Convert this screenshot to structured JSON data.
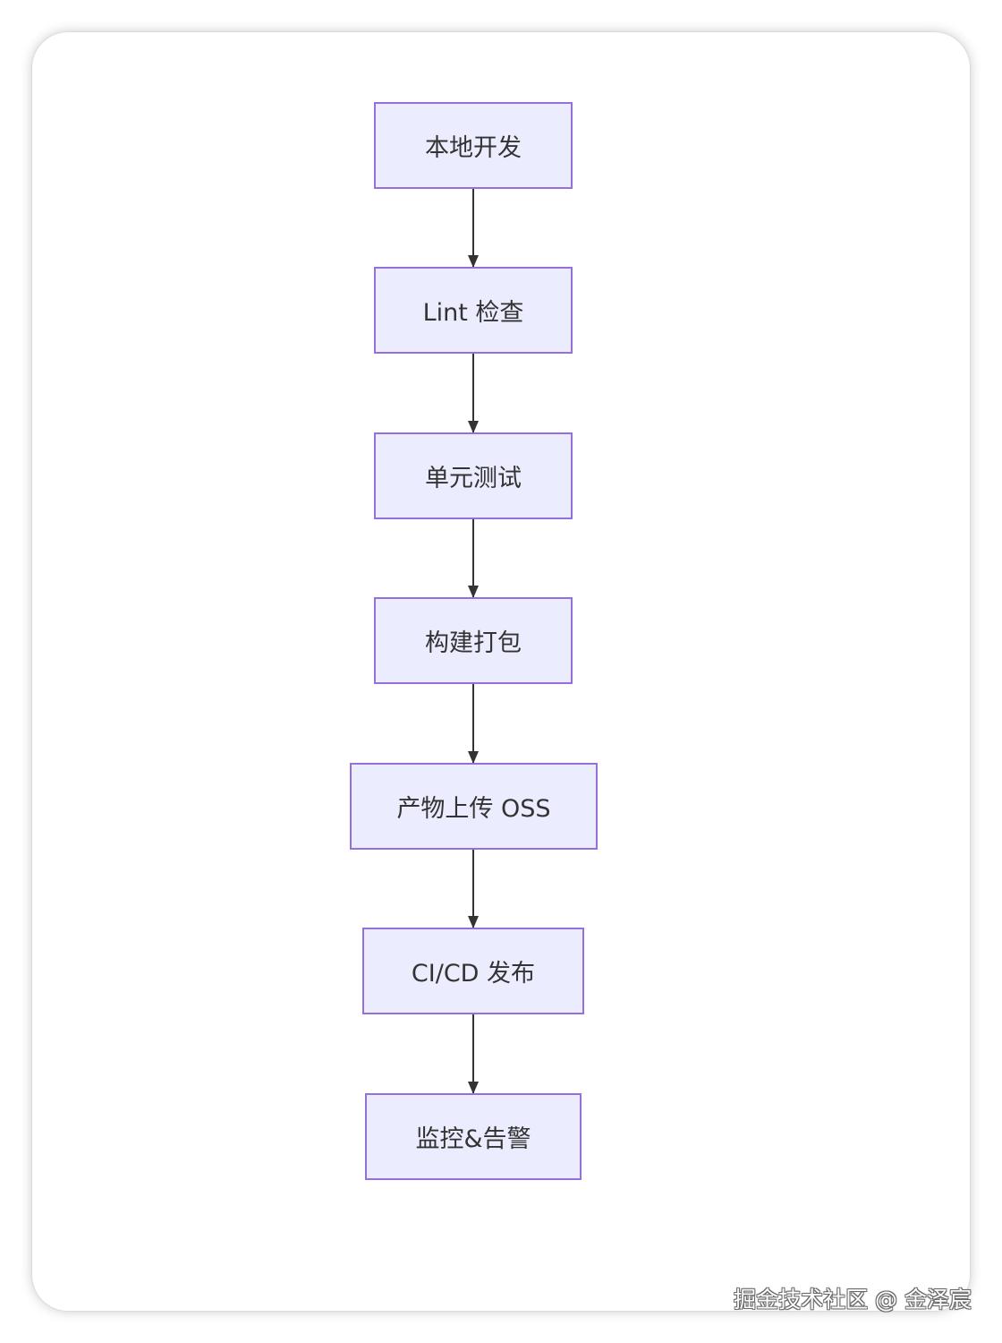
{
  "diagram": {
    "direction": "top-down",
    "colors": {
      "node_fill": "#ececff",
      "node_border": "#9370db",
      "edge": "#333333",
      "text": "#333333"
    },
    "nodes": [
      {
        "id": "n1",
        "label": "本地开发"
      },
      {
        "id": "n2",
        "label": "Lint 检查"
      },
      {
        "id": "n3",
        "label": "单元测试"
      },
      {
        "id": "n4",
        "label": "构建打包"
      },
      {
        "id": "n5",
        "label": "产物上传 OSS"
      },
      {
        "id": "n6",
        "label": "CI/CD 发布"
      },
      {
        "id": "n7",
        "label": "监控&告警"
      }
    ],
    "edges": [
      {
        "from": "n1",
        "to": "n2"
      },
      {
        "from": "n2",
        "to": "n3"
      },
      {
        "from": "n3",
        "to": "n4"
      },
      {
        "from": "n4",
        "to": "n5"
      },
      {
        "from": "n5",
        "to": "n6"
      },
      {
        "from": "n6",
        "to": "n7"
      }
    ]
  },
  "watermark": {
    "text": "掘金技术社区 @ 金泽宸"
  }
}
